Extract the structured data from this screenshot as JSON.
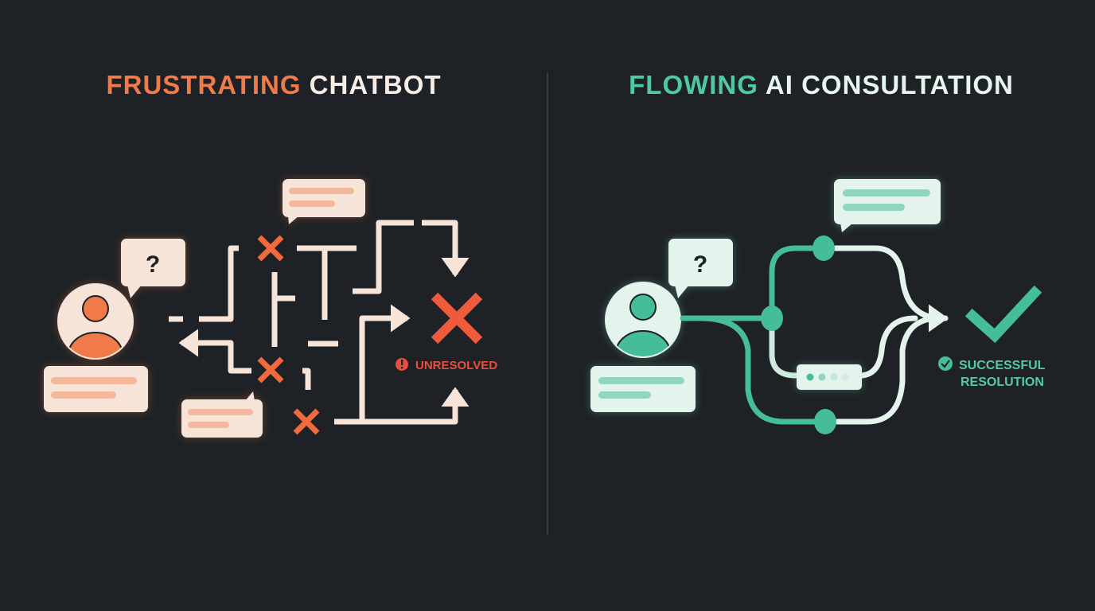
{
  "left": {
    "title_accent": "FRUSTRATING",
    "title_rest": "CHATBOT",
    "question_mark": "?",
    "status_label": "UNRESOLVED",
    "status_icon": "exclamation-circle-icon",
    "result_icon": "x-icon"
  },
  "right": {
    "title_accent": "FLOWING",
    "title_rest": "AI CONSULTATION",
    "question_mark": "?",
    "status_label_line1": "SUCCESSFUL",
    "status_label_line2": "RESOLUTION",
    "status_icon": "check-circle-icon",
    "result_icon": "checkmark-icon"
  },
  "colors": {
    "background": "#1e2125",
    "orange_accent": "#f07a4a",
    "error_red": "#ee5a3c",
    "warm_light": "#f7e4d8",
    "teal_accent": "#45bd98",
    "cool_light": "#e4f4ec"
  }
}
